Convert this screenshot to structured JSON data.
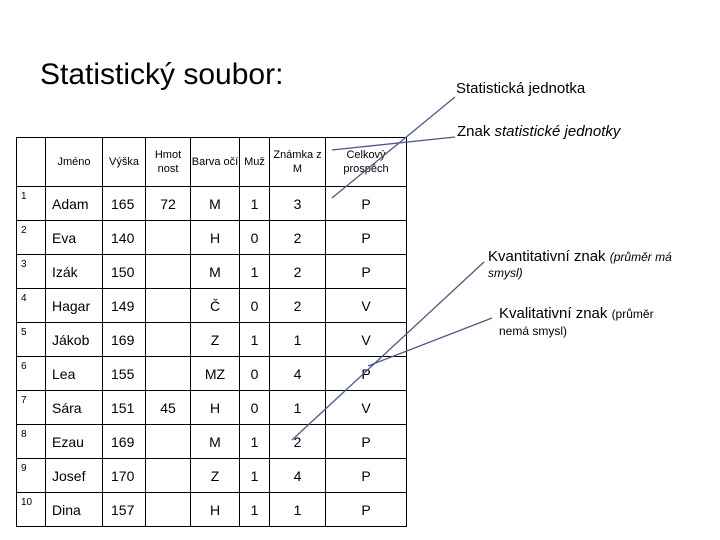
{
  "slide": {
    "title": "Statistický soubor:",
    "labels": {
      "stat_unit": "Statistická jednotka",
      "stat_feature_prefix": "Znak ",
      "stat_feature_italic": "statistické jednotky",
      "quant_main": "Kvantitativní znak ",
      "quant_paren": "(průměr má",
      "quant_cont": "smysl)",
      "qual_main": "Kvalitativní znak ",
      "qual_paren": "(průměr",
      "qual_cont": "nemá smysl)"
    }
  },
  "table": {
    "headers": [
      "",
      "Jméno",
      "Výška",
      "Hmot nost",
      "Barva očí",
      "Muž",
      "Známka z M",
      "Celkový prospěch"
    ],
    "rows": [
      [
        "1",
        "Adam",
        "165",
        "72",
        "M",
        "1",
        "3",
        "P"
      ],
      [
        "2",
        "Eva",
        "140",
        "",
        "H",
        "0",
        "2",
        "P"
      ],
      [
        "3",
        "Izák",
        "150",
        "",
        "M",
        "1",
        "2",
        "P"
      ],
      [
        "4",
        "Hagar",
        "149",
        "",
        "Č",
        "0",
        "2",
        "V"
      ],
      [
        "5",
        "Jákob",
        "169",
        "",
        "Z",
        "1",
        "1",
        "V"
      ],
      [
        "6",
        "Lea",
        "155",
        "",
        "MZ",
        "0",
        "4",
        "P"
      ],
      [
        "7",
        "Sára",
        "151",
        "45",
        "H",
        "0",
        "1",
        "V"
      ],
      [
        "8",
        "Ezau",
        "169",
        "",
        "M",
        "1",
        "2",
        "P"
      ],
      [
        "9",
        "Josef",
        "170",
        "",
        "Z",
        "1",
        "4",
        "P"
      ],
      [
        "10",
        "Dina",
        "157",
        "",
        "H",
        "1",
        "1",
        "P"
      ]
    ]
  },
  "colors": {
    "arrow": "#4a5a8a",
    "text": "#000000"
  }
}
